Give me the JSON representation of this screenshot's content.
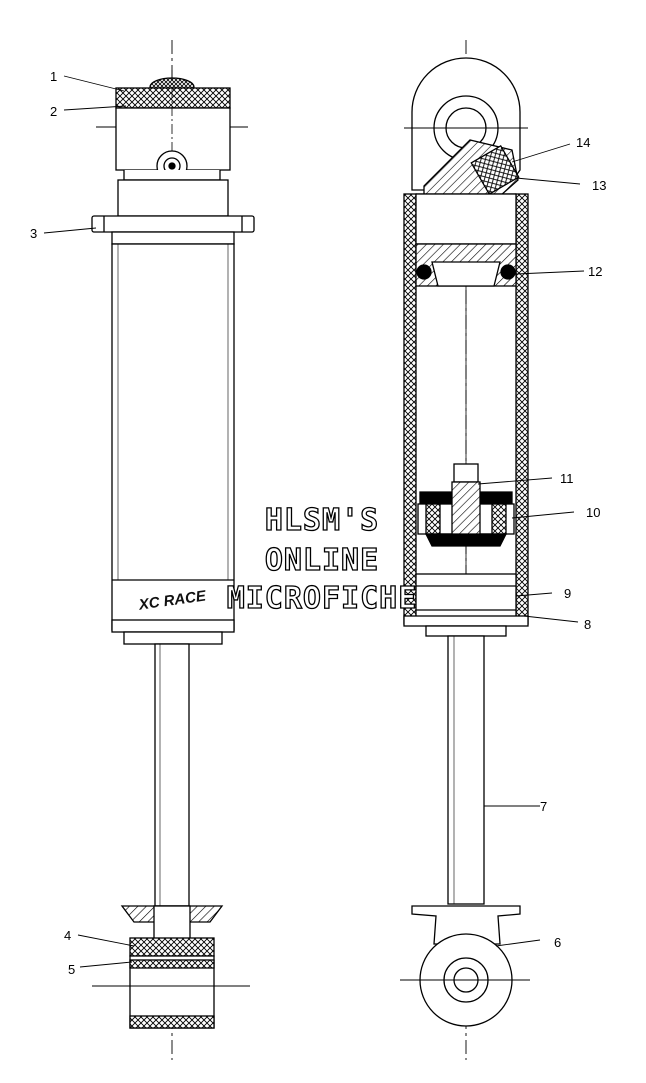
{
  "watermark": {
    "line1": "HLSM'S",
    "line2": "ONLINE",
    "line3": "MICROFICHE"
  },
  "body_marking": {
    "text": "XC RACE"
  },
  "callouts": [
    {
      "id": "1",
      "label": "1"
    },
    {
      "id": "2",
      "label": "2"
    },
    {
      "id": "3",
      "label": "3"
    },
    {
      "id": "4",
      "label": "4"
    },
    {
      "id": "5",
      "label": "5"
    },
    {
      "id": "6",
      "label": "6"
    },
    {
      "id": "7",
      "label": "7"
    },
    {
      "id": "8",
      "label": "8"
    },
    {
      "id": "9",
      "label": "9"
    },
    {
      "id": "10",
      "label": "10"
    },
    {
      "id": "11",
      "label": "11"
    },
    {
      "id": "12",
      "label": "12"
    },
    {
      "id": "13",
      "label": "13"
    },
    {
      "id": "14",
      "label": "14"
    }
  ]
}
